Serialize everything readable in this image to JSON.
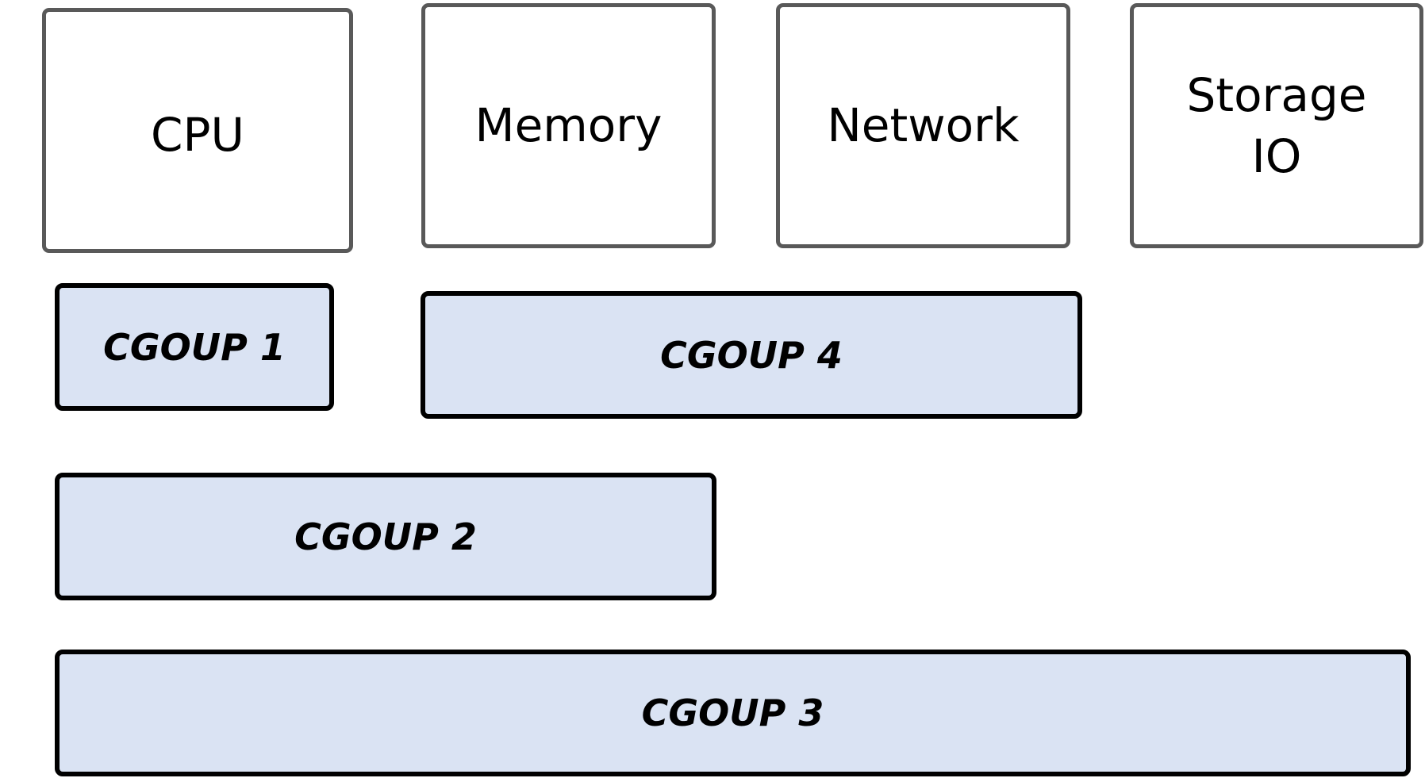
{
  "resources": {
    "cpu": "CPU",
    "memory": "Memory",
    "network": "Network",
    "storage": "Storage\nIO"
  },
  "cgroups": {
    "cg1": "CGOUP 1",
    "cg2": "CGOUP 2",
    "cg3": "CGOUP 3",
    "cg4": "CGOUP 4"
  },
  "colors": {
    "resource_border": "#595959",
    "cgroup_fill": "#dae3f3",
    "cgroup_border": "#000000"
  }
}
